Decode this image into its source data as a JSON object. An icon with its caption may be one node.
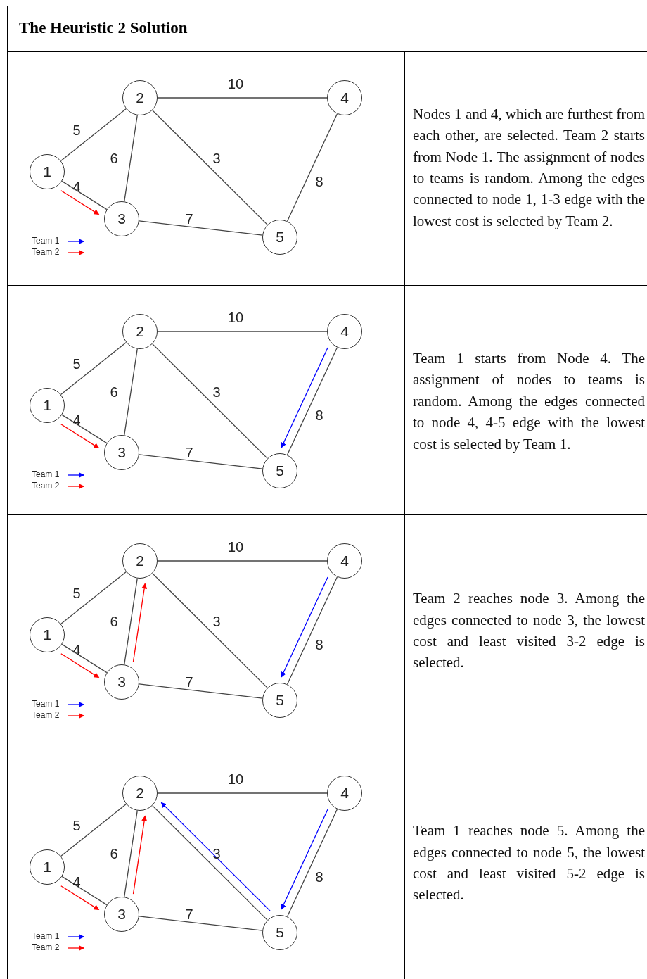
{
  "diagram": {
    "title": "The Heuristic 2 Solution",
    "nodes": [
      {
        "text": [
          "1"
        ]
      },
      {
        "text": [
          "2"
        ]
      },
      {
        "text": [
          "3"
        ]
      },
      {
        "text": [
          "4"
        ]
      },
      {
        "text": [
          "5"
        ]
      },
      {
        "text": [
          "1"
        ]
      },
      {
        "text": [
          "2"
        ]
      },
      {
        "text": [
          "3"
        ]
      },
      {
        "text": [
          "4"
        ]
      },
      {
        "text": [
          "5"
        ]
      },
      {
        "text": [
          "1"
        ]
      },
      {
        "text": [
          "2"
        ]
      },
      {
        "text": [
          "3"
        ]
      },
      {
        "text": [
          "4"
        ]
      },
      {
        "text": [
          "5"
        ]
      },
      {
        "text": [
          "1"
        ]
      },
      {
        "text": [
          "2"
        ]
      },
      {
        "text": [
          "3"
        ]
      },
      {
        "text": [
          "4"
        ]
      },
      {
        "text": [
          "5"
        ]
      }
    ],
    "edges": [
      {
        "from": 0,
        "to": 1,
        "arrow": "none",
        "label": "5"
      },
      {
        "from": 0,
        "to": 2,
        "arrow": "none",
        "label": "4"
      },
      {
        "from": 1,
        "to": 2,
        "arrow": "none",
        "label": "6"
      },
      {
        "from": 1,
        "to": 3,
        "arrow": "none",
        "label": "10"
      },
      {
        "from": 1,
        "to": 4,
        "arrow": "none",
        "label": "3"
      },
      {
        "from": 2,
        "to": 4,
        "arrow": "none",
        "label": "7"
      },
      {
        "from": 3,
        "to": 4,
        "arrow": "none",
        "label": "8"
      },
      {
        "from": 0,
        "to": 2,
        "arrow": "to",
        "color": "#ff0000"
      },
      {
        "from": 5,
        "to": 6,
        "arrow": "none",
        "label": "5"
      },
      {
        "from": 5,
        "to": 7,
        "arrow": "none",
        "label": "4"
      },
      {
        "from": 6,
        "to": 7,
        "arrow": "none",
        "label": "6"
      },
      {
        "from": 6,
        "to": 8,
        "arrow": "none",
        "label": "10"
      },
      {
        "from": 6,
        "to": 9,
        "arrow": "none",
        "label": "3"
      },
      {
        "from": 7,
        "to": 9,
        "arrow": "none",
        "label": "7"
      },
      {
        "from": 8,
        "to": 9,
        "arrow": "none",
        "label": "8"
      },
      {
        "from": 5,
        "to": 7,
        "arrow": "to",
        "color": "#ff0000"
      },
      {
        "from": 8,
        "to": 9,
        "arrow": "to",
        "color": "#0000ff"
      },
      {
        "from": 10,
        "to": 11,
        "arrow": "none",
        "label": "5"
      },
      {
        "from": 10,
        "to": 12,
        "arrow": "none",
        "label": "4"
      },
      {
        "from": 11,
        "to": 12,
        "arrow": "none",
        "label": "6"
      },
      {
        "from": 11,
        "to": 13,
        "arrow": "none",
        "label": "10"
      },
      {
        "from": 11,
        "to": 14,
        "arrow": "none",
        "label": "3"
      },
      {
        "from": 12,
        "to": 14,
        "arrow": "none",
        "label": "7"
      },
      {
        "from": 13,
        "to": 14,
        "arrow": "none",
        "label": "8"
      },
      {
        "from": 10,
        "to": 12,
        "arrow": "to",
        "color": "#ff0000"
      },
      {
        "from": 13,
        "to": 14,
        "arrow": "to",
        "color": "#0000ff"
      },
      {
        "from": 12,
        "to": 11,
        "arrow": "to",
        "color": "#ff0000"
      },
      {
        "from": 15,
        "to": 16,
        "arrow": "none",
        "label": "5"
      },
      {
        "from": 15,
        "to": 17,
        "arrow": "none",
        "label": "4"
      },
      {
        "from": 16,
        "to": 17,
        "arrow": "none",
        "label": "6"
      },
      {
        "from": 16,
        "to": 18,
        "arrow": "none",
        "label": "10"
      },
      {
        "from": 16,
        "to": 19,
        "arrow": "none",
        "label": "3"
      },
      {
        "from": 17,
        "to": 19,
        "arrow": "none",
        "label": "7"
      },
      {
        "from": 18,
        "to": 19,
        "arrow": "none",
        "label": "8"
      },
      {
        "from": 15,
        "to": 17,
        "arrow": "to",
        "color": "#ff0000"
      },
      {
        "from": 18,
        "to": 19,
        "arrow": "to",
        "color": "#0000ff"
      },
      {
        "from": 17,
        "to": 16,
        "arrow": "to",
        "color": "#ff0000"
      },
      {
        "from": 19,
        "to": 16,
        "arrow": "to",
        "color": "#0000ff"
      }
    ],
    "labels": [
      "Nodes 1 and 4, which are furthest from each other, are selected. Team 2 starts from Node 1. The assignment of nodes to teams is random. Among the edges connected to node 1, 1-3 edge with the lowest cost is selected by Team 2.",
      "Team 1 starts from Node 4. The assignment of nodes to teams is random. Among the edges connected to node 4, 4-5 edge with the lowest cost is selected by Team 1.",
      "Team 2 reaches node 3. Among the edges connected to node 3, the lowest cost and least visited 3-2 edge is selected.",
      "Team 1 reaches node 5. Among the edges connected to node 5, the lowest cost and least visited 5-2 edge is selected."
    ],
    "legend": [
      {
        "text": "Team 1"
      },
      {
        "text": "Team 2"
      },
      {
        "text": "Team 1"
      },
      {
        "text": "Team 2"
      },
      {
        "text": "Team 1"
      },
      {
        "text": "Team 2"
      },
      {
        "text": "Team 1"
      },
      {
        "text": "Team 2"
      }
    ]
  }
}
